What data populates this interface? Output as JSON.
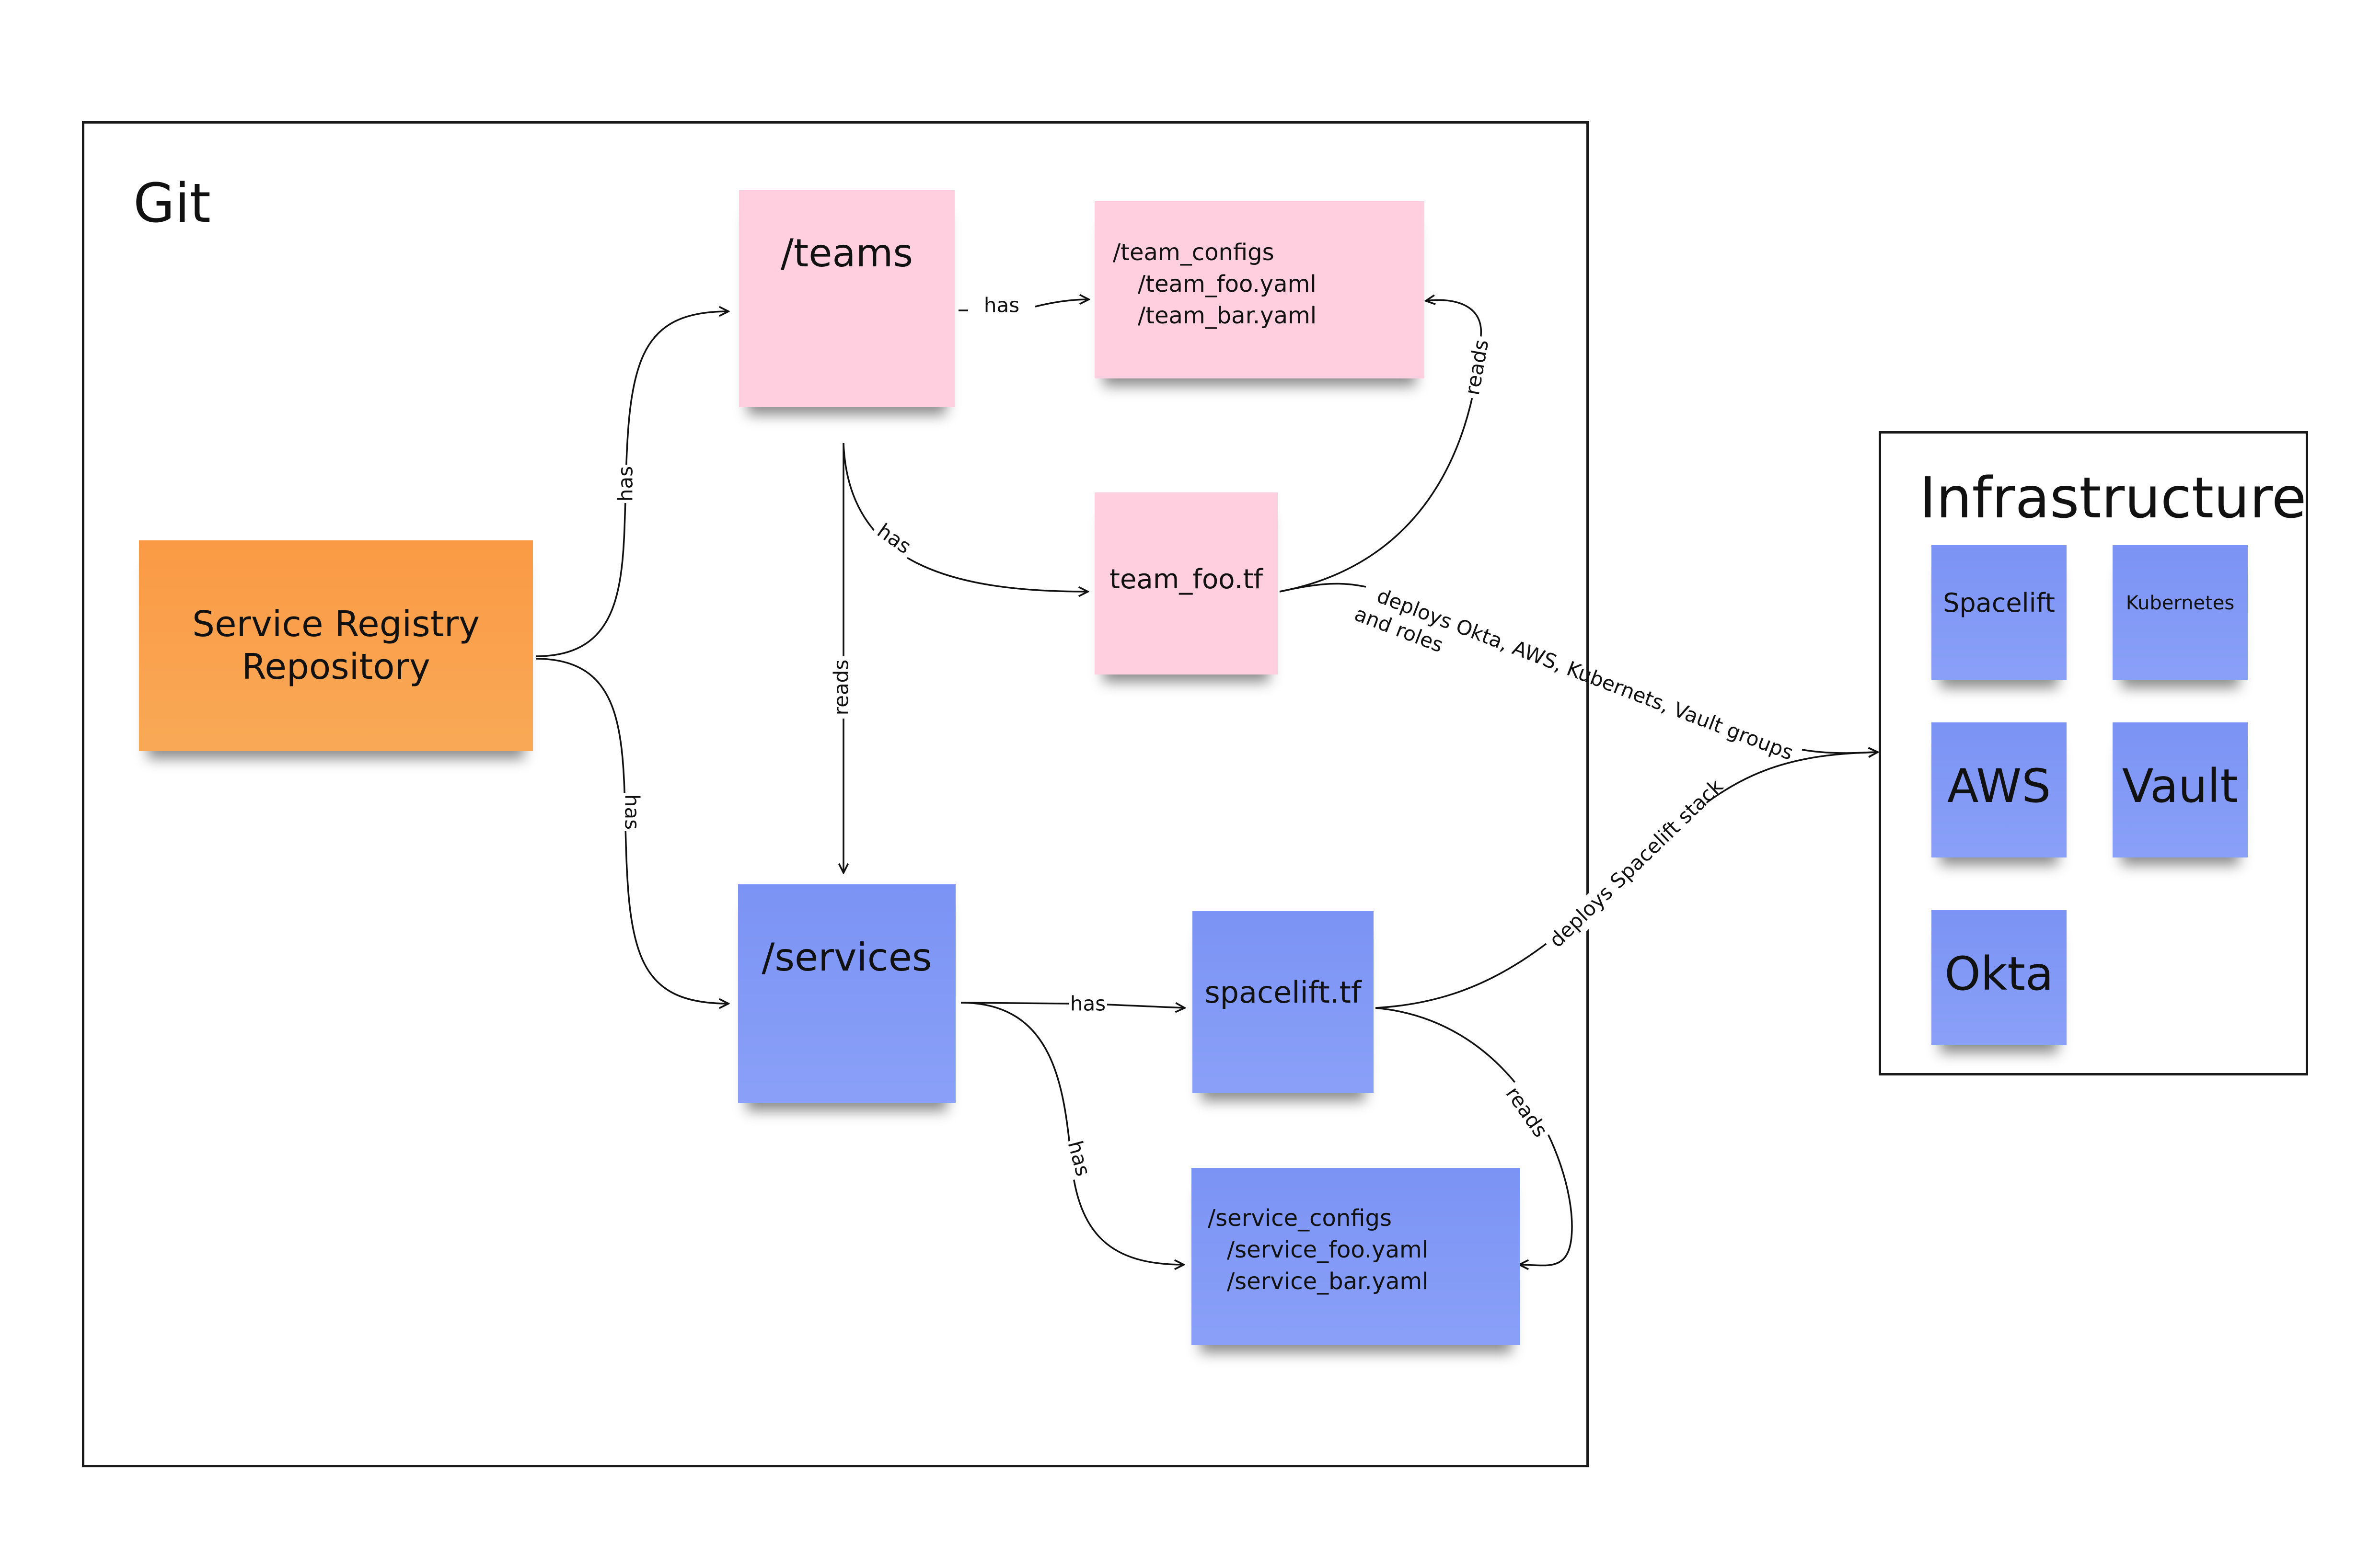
{
  "frames": {
    "git": {
      "title": "Git"
    },
    "infrastructure": {
      "title": "Infrastructure"
    }
  },
  "nodes": {
    "registry": {
      "label": "Service Registry Repository",
      "color": "#fa9a45"
    },
    "teams": {
      "label": "/teams",
      "color": "#ffcfe0"
    },
    "team_configs": {
      "lines": [
        "/team_configs",
        "/team_foo.yaml",
        "/team_bar.yaml"
      ],
      "color": "#ffcfe0"
    },
    "team_foo_tf": {
      "label": "team_foo.tf",
      "color": "#ffcfe0"
    },
    "services": {
      "label": "/services",
      "color": "#7b93f4"
    },
    "spacelift_tf": {
      "label": "spacelift.tf",
      "color": "#7b93f4"
    },
    "service_configs": {
      "lines": [
        "/service_configs",
        "/service_foo.yaml",
        "/service_bar.yaml"
      ],
      "color": "#7b93f4"
    }
  },
  "infrastructure": {
    "items": [
      {
        "label": "Spacelift"
      },
      {
        "label": "Kubernetes"
      },
      {
        "label": "AWS"
      },
      {
        "label": "Vault"
      },
      {
        "label": "Okta"
      }
    ]
  },
  "edges": {
    "registry_teams": "has",
    "registry_services": "has",
    "teams_team_configs": "has",
    "teams_team_foo_tf": "has",
    "teams_services": "reads",
    "team_foo_tf_team_configs": "reads",
    "team_foo_tf_infra_line1": "deploys Okta, AWS, Kubernets, Vault groups",
    "team_foo_tf_infra_line2": "and roles",
    "services_spacelift_tf": "has",
    "services_service_configs": "has",
    "spacelift_tf_infra": "deploys Spacelift stack",
    "spacelift_tf_service_configs": "reads"
  }
}
